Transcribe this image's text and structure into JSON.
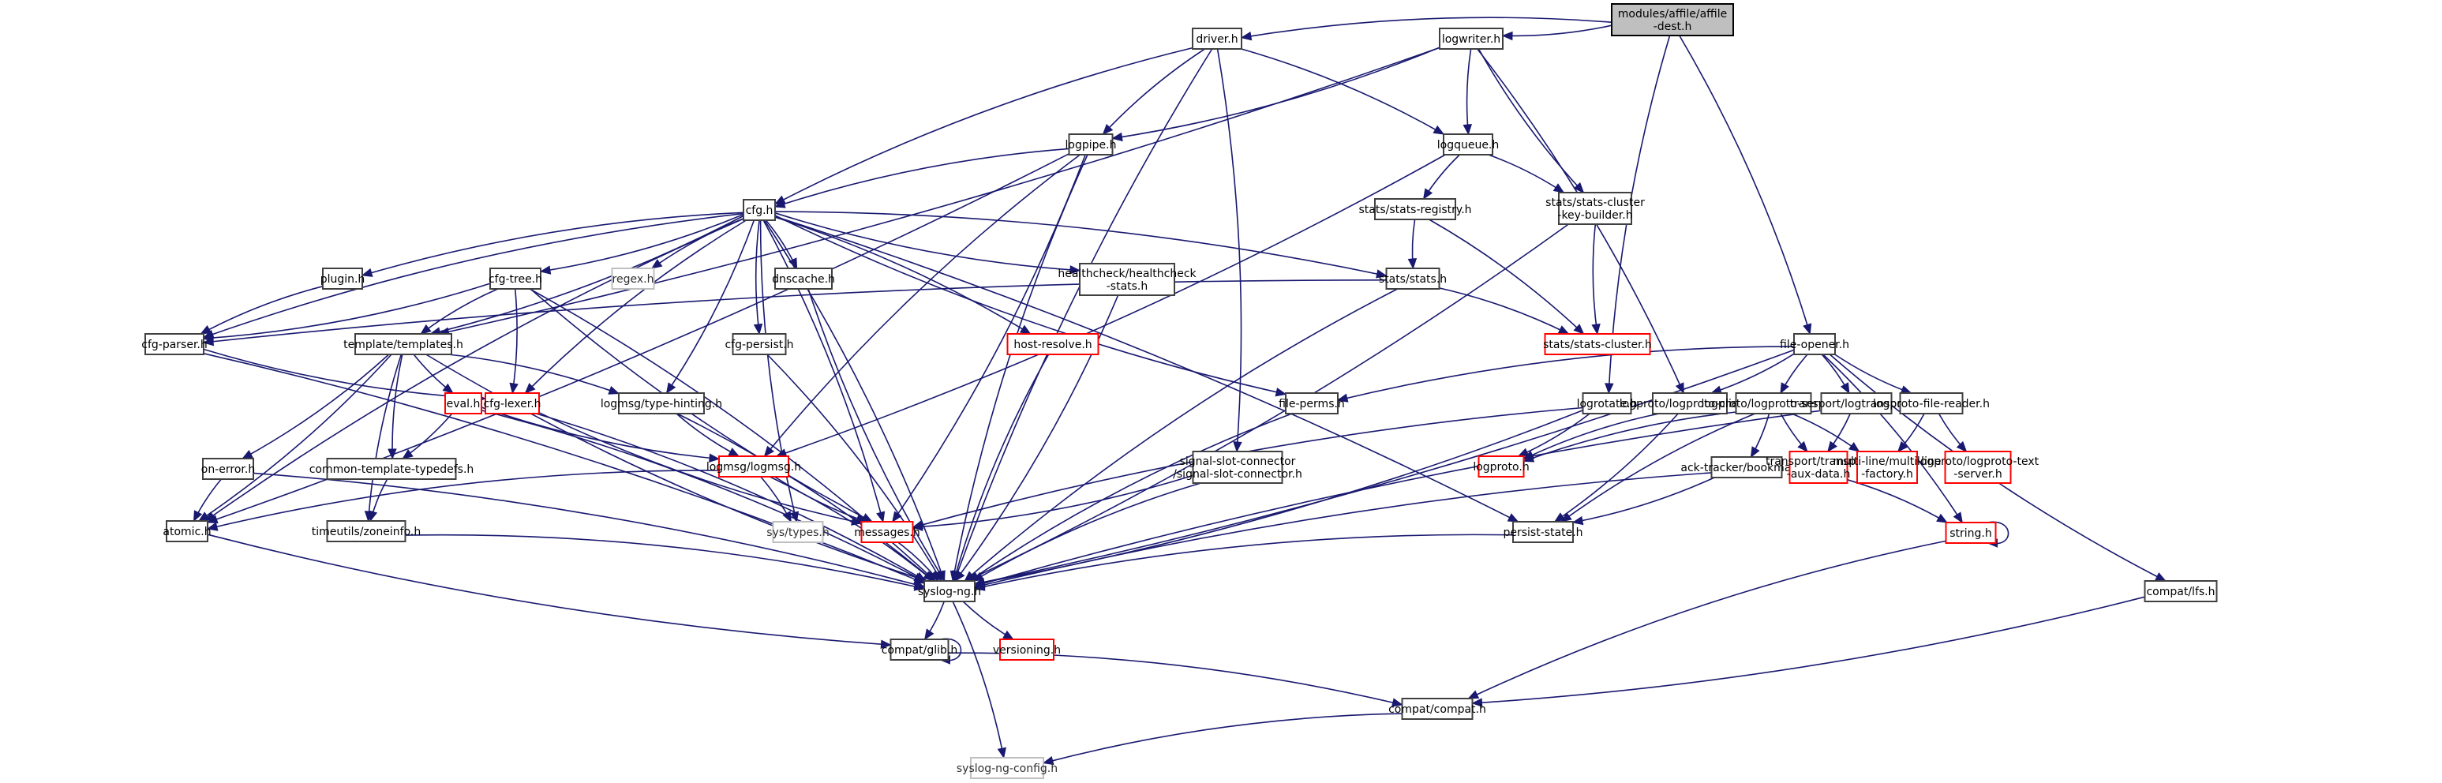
{
  "title": "modules/affile/affile-dest.h include dependency graph",
  "legend": {
    "root_fill": "#bfbfbf",
    "documented_border": "#404040",
    "undocumented_border": "#ff0000",
    "external_border": "#bfbfbf",
    "edge_color": "#191970"
  },
  "nodes": [
    {
      "id": "affile_dest",
      "lines": [
        "modules/affile/affile",
        "-dest.h"
      ],
      "kind": "root"
    },
    {
      "id": "driver",
      "lines": [
        "driver.h"
      ],
      "kind": "normal"
    },
    {
      "id": "logwriter",
      "lines": [
        "logwriter.h"
      ],
      "kind": "normal"
    },
    {
      "id": "logpipe",
      "lines": [
        "logpipe.h"
      ],
      "kind": "normal"
    },
    {
      "id": "logqueue",
      "lines": [
        "logqueue.h"
      ],
      "kind": "normal"
    },
    {
      "id": "cfg",
      "lines": [
        "cfg.h"
      ],
      "kind": "normal"
    },
    {
      "id": "stats_registry",
      "lines": [
        "stats/stats-registry.h"
      ],
      "kind": "normal"
    },
    {
      "id": "stats_ckb",
      "lines": [
        "stats/stats-cluster",
        "-key-builder.h"
      ],
      "kind": "normal"
    },
    {
      "id": "plugin",
      "lines": [
        "plugin.h"
      ],
      "kind": "normal"
    },
    {
      "id": "cfg_tree",
      "lines": [
        "cfg-tree.h"
      ],
      "kind": "normal"
    },
    {
      "id": "regex",
      "lines": [
        "regex.h"
      ],
      "kind": "external"
    },
    {
      "id": "dnscache",
      "lines": [
        "dnscache.h"
      ],
      "kind": "normal"
    },
    {
      "id": "healthcheck",
      "lines": [
        "healthcheck/healthcheck",
        "-stats.h"
      ],
      "kind": "normal"
    },
    {
      "id": "stats",
      "lines": [
        "stats/stats.h"
      ],
      "kind": "normal"
    },
    {
      "id": "cfg_parser",
      "lines": [
        "cfg-parser.h"
      ],
      "kind": "normal"
    },
    {
      "id": "templates",
      "lines": [
        "template/templates.h"
      ],
      "kind": "normal"
    },
    {
      "id": "cfg_persist",
      "lines": [
        "cfg-persist.h"
      ],
      "kind": "normal"
    },
    {
      "id": "host_resolve",
      "lines": [
        "host-resolve.h"
      ],
      "kind": "missing"
    },
    {
      "id": "stats_cluster",
      "lines": [
        "stats/stats-cluster.h"
      ],
      "kind": "missing"
    },
    {
      "id": "file_opener",
      "lines": [
        "file-opener.h"
      ],
      "kind": "normal"
    },
    {
      "id": "eval",
      "lines": [
        "eval.h"
      ],
      "kind": "missing"
    },
    {
      "id": "cfg_lexer",
      "lines": [
        "cfg-lexer.h"
      ],
      "kind": "missing"
    },
    {
      "id": "type_hinting",
      "lines": [
        "logmsg/type-hinting.h"
      ],
      "kind": "normal"
    },
    {
      "id": "file_perms",
      "lines": [
        "file-perms.h"
      ],
      "kind": "normal"
    },
    {
      "id": "logrotate",
      "lines": [
        "logrotate.h"
      ],
      "kind": "normal"
    },
    {
      "id": "lp_client",
      "lines": [
        "logproto/logproto-client.h"
      ],
      "kind": "normal"
    },
    {
      "id": "lp_server",
      "lines": [
        "logproto/logproto-server.h"
      ],
      "kind": "normal"
    },
    {
      "id": "logtransport",
      "lines": [
        "transport/logtransport.h"
      ],
      "kind": "normal"
    },
    {
      "id": "lp_file_reader",
      "lines": [
        "logproto-file-reader.h"
      ],
      "kind": "normal"
    },
    {
      "id": "on_error",
      "lines": [
        "on-error.h"
      ],
      "kind": "normal"
    },
    {
      "id": "ctt",
      "lines": [
        "common-template-typedefs.h"
      ],
      "kind": "normal"
    },
    {
      "id": "logmsg",
      "lines": [
        "logmsg/logmsg.h"
      ],
      "kind": "missing"
    },
    {
      "id": "ssc",
      "lines": [
        "signal-slot-connector",
        "/signal-slot-connector.h"
      ],
      "kind": "normal"
    },
    {
      "id": "logproto",
      "lines": [
        "logproto.h"
      ],
      "kind": "missing"
    },
    {
      "id": "bookmark",
      "lines": [
        "ack-tracker/bookmark.h"
      ],
      "kind": "normal"
    },
    {
      "id": "aux_data",
      "lines": [
        "transport/transport",
        "-aux-data.h"
      ],
      "kind": "missing"
    },
    {
      "id": "mlf",
      "lines": [
        "multi-line/multi-line",
        "-factory.h"
      ],
      "kind": "missing"
    },
    {
      "id": "lp_text_server",
      "lines": [
        "logproto/logproto-text",
        "-server.h"
      ],
      "kind": "missing"
    },
    {
      "id": "atomic",
      "lines": [
        "atomic.h"
      ],
      "kind": "normal"
    },
    {
      "id": "zoneinfo",
      "lines": [
        "timeutils/zoneinfo.h"
      ],
      "kind": "normal"
    },
    {
      "id": "sys_types",
      "lines": [
        "sys/types.h"
      ],
      "kind": "external"
    },
    {
      "id": "messages",
      "lines": [
        "messages.h"
      ],
      "kind": "missing"
    },
    {
      "id": "persist_state",
      "lines": [
        "persist-state.h"
      ],
      "kind": "normal"
    },
    {
      "id": "string",
      "lines": [
        "string.h"
      ],
      "kind": "missing"
    },
    {
      "id": "syslog_ng",
      "lines": [
        "syslog-ng.h"
      ],
      "kind": "normal"
    },
    {
      "id": "compat_lfs",
      "lines": [
        "compat/lfs.h"
      ],
      "kind": "normal"
    },
    {
      "id": "compat_glib",
      "lines": [
        "compat/glib.h"
      ],
      "kind": "normal"
    },
    {
      "id": "versioning",
      "lines": [
        "versioning.h"
      ],
      "kind": "missing"
    },
    {
      "id": "compat_compat",
      "lines": [
        "compat/compat.h"
      ],
      "kind": "normal"
    },
    {
      "id": "syslog_ng_config",
      "lines": [
        "syslog-ng-config.h"
      ],
      "kind": "external"
    }
  ],
  "edges": [
    [
      "affile_dest",
      "driver"
    ],
    [
      "affile_dest",
      "logwriter"
    ],
    [
      "affile_dest",
      "logrotate"
    ],
    [
      "affile_dest",
      "file_opener"
    ],
    [
      "driver",
      "logpipe"
    ],
    [
      "driver",
      "logqueue"
    ],
    [
      "driver",
      "cfg"
    ],
    [
      "driver",
      "ssc"
    ],
    [
      "driver",
      "syslog_ng"
    ],
    [
      "logwriter",
      "logpipe"
    ],
    [
      "logwriter",
      "logqueue"
    ],
    [
      "logwriter",
      "templates"
    ],
    [
      "logwriter",
      "stats_ckb"
    ],
    [
      "logwriter",
      "lp_client"
    ],
    [
      "logpipe",
      "cfg"
    ],
    [
      "logpipe",
      "atomic"
    ],
    [
      "logpipe",
      "logmsg"
    ],
    [
      "logpipe",
      "messages"
    ],
    [
      "logpipe",
      "syslog_ng"
    ],
    [
      "logqueue",
      "logmsg"
    ],
    [
      "logqueue",
      "stats_registry"
    ],
    [
      "logqueue",
      "stats_ckb"
    ],
    [
      "stats_registry",
      "stats"
    ],
    [
      "stats_registry",
      "stats_cluster"
    ],
    [
      "stats_ckb",
      "stats_cluster"
    ],
    [
      "stats_ckb",
      "syslog_ng"
    ],
    [
      "cfg",
      "plugin"
    ],
    [
      "cfg",
      "cfg_tree"
    ],
    [
      "cfg",
      "regex"
    ],
    [
      "cfg",
      "dnscache"
    ],
    [
      "cfg",
      "healthcheck"
    ],
    [
      "cfg",
      "stats"
    ],
    [
      "cfg",
      "cfg_parser"
    ],
    [
      "cfg",
      "templates"
    ],
    [
      "cfg",
      "cfg_persist"
    ],
    [
      "cfg",
      "host_resolve"
    ],
    [
      "cfg",
      "cfg_lexer"
    ],
    [
      "cfg",
      "type_hinting"
    ],
    [
      "cfg",
      "file_perms"
    ],
    [
      "cfg",
      "persist_state"
    ],
    [
      "cfg",
      "sys_types"
    ],
    [
      "cfg",
      "messages"
    ],
    [
      "cfg",
      "atomic"
    ],
    [
      "cfg",
      "syslog_ng"
    ],
    [
      "plugin",
      "cfg_parser"
    ],
    [
      "cfg_tree",
      "cfg_parser"
    ],
    [
      "cfg_tree",
      "templates"
    ],
    [
      "cfg_tree",
      "cfg_lexer"
    ],
    [
      "cfg_tree",
      "messages"
    ],
    [
      "cfg_tree",
      "syslog_ng"
    ],
    [
      "cfg_parser",
      "cfg_lexer"
    ],
    [
      "cfg_parser",
      "syslog_ng"
    ],
    [
      "templates",
      "eval"
    ],
    [
      "templates",
      "on_error"
    ],
    [
      "templates",
      "ctt"
    ],
    [
      "templates",
      "type_hinting"
    ],
    [
      "templates",
      "zoneinfo"
    ],
    [
      "templates",
      "atomic"
    ],
    [
      "templates",
      "syslog_ng"
    ],
    [
      "eval",
      "ctt"
    ],
    [
      "eval",
      "logmsg"
    ],
    [
      "eval",
      "syslog_ng"
    ],
    [
      "cfg_lexer",
      "messages"
    ],
    [
      "cfg_lexer",
      "syslog_ng"
    ],
    [
      "type_hinting",
      "logmsg"
    ],
    [
      "type_hinting",
      "syslog_ng"
    ],
    [
      "on_error",
      "atomic"
    ],
    [
      "on_error",
      "syslog_ng"
    ],
    [
      "ctt",
      "zoneinfo"
    ],
    [
      "zoneinfo",
      "syslog_ng"
    ],
    [
      "logmsg",
      "atomic"
    ],
    [
      "logmsg",
      "sys_types"
    ],
    [
      "logmsg",
      "messages"
    ],
    [
      "logmsg",
      "syslog_ng"
    ],
    [
      "dnscache",
      "syslog_ng"
    ],
    [
      "cfg_persist",
      "syslog_ng"
    ],
    [
      "host_resolve",
      "syslog_ng"
    ],
    [
      "healthcheck",
      "syslog_ng"
    ],
    [
      "stats",
      "cfg_parser"
    ],
    [
      "stats",
      "stats_cluster"
    ],
    [
      "stats",
      "syslog_ng"
    ],
    [
      "ssc",
      "messages"
    ],
    [
      "ssc",
      "syslog_ng"
    ],
    [
      "messages",
      "syslog_ng"
    ],
    [
      "file_perms",
      "syslog_ng"
    ],
    [
      "logrotate",
      "logproto"
    ],
    [
      "logrotate",
      "messages"
    ],
    [
      "logrotate",
      "syslog_ng"
    ],
    [
      "lp_client",
      "logproto"
    ],
    [
      "lp_client",
      "persist_state"
    ],
    [
      "file_opener",
      "file_perms"
    ],
    [
      "file_opener",
      "lp_client"
    ],
    [
      "file_opener",
      "lp_server"
    ],
    [
      "file_opener",
      "logtransport"
    ],
    [
      "file_opener",
      "lp_file_reader"
    ],
    [
      "file_opener",
      "string"
    ],
    [
      "file_opener",
      "compat_lfs"
    ],
    [
      "file_opener",
      "syslog_ng"
    ],
    [
      "lp_server",
      "logproto"
    ],
    [
      "lp_server",
      "bookmark"
    ],
    [
      "lp_server",
      "aux_data"
    ],
    [
      "lp_server",
      "mlf"
    ],
    [
      "lp_server",
      "persist_state"
    ],
    [
      "logtransport",
      "aux_data"
    ],
    [
      "logtransport",
      "syslog_ng"
    ],
    [
      "lp_file_reader",
      "mlf"
    ],
    [
      "lp_file_reader",
      "lp_text_server"
    ],
    [
      "bookmark",
      "persist_state"
    ],
    [
      "bookmark",
      "syslog_ng"
    ],
    [
      "aux_data",
      "string"
    ],
    [
      "persist_state",
      "syslog_ng"
    ],
    [
      "string",
      "string"
    ],
    [
      "string",
      "compat_compat"
    ],
    [
      "compat_lfs",
      "compat_compat"
    ],
    [
      "atomic",
      "compat_glib"
    ],
    [
      "syslog_ng",
      "compat_glib"
    ],
    [
      "syslog_ng",
      "versioning"
    ],
    [
      "syslog_ng",
      "syslog_ng_config"
    ],
    [
      "compat_glib",
      "compat_glib"
    ],
    [
      "compat_glib",
      "compat_compat"
    ],
    [
      "compat_compat",
      "syslog_ng_config"
    ]
  ]
}
